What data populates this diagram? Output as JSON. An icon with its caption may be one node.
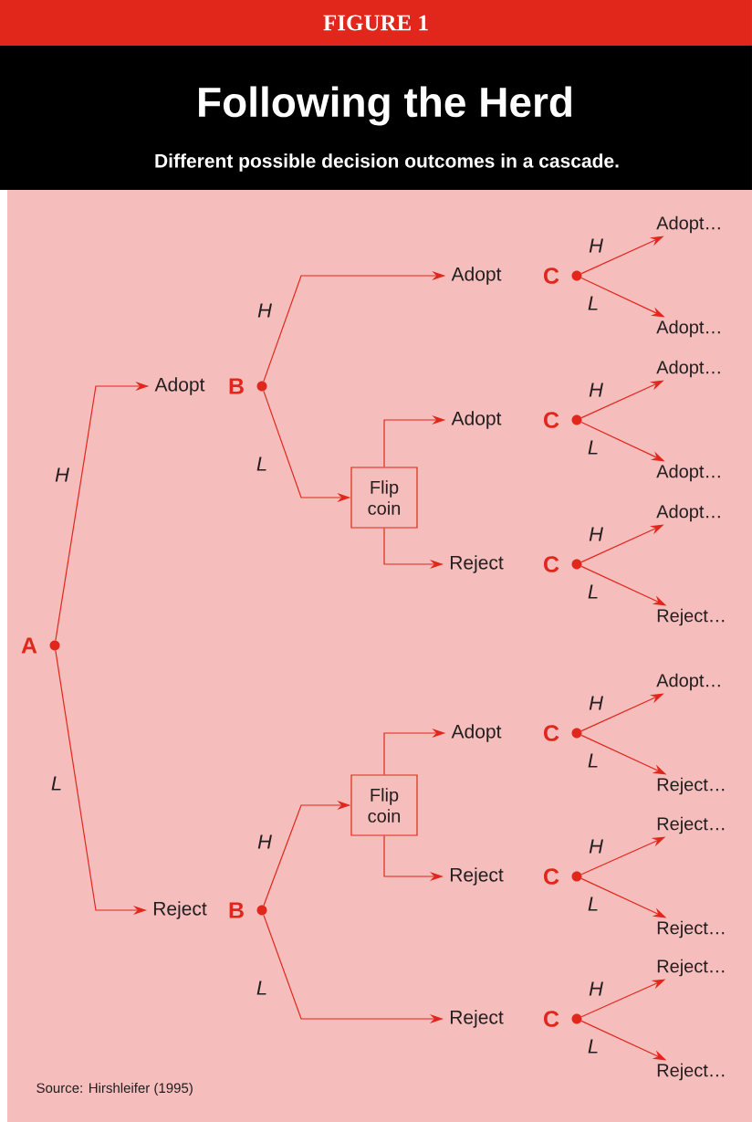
{
  "diagram": {
    "title": "Following the Herd",
    "caption": "Different possible decision outcomes in a cascade.",
    "nodes": [
      {
        "text": [],
        "shape": "circle",
        "beside": [
          "A"
        ]
      },
      {
        "text": [
          "Adopt"
        ]
      },
      {
        "text": [],
        "shape": "circle",
        "beside": [
          "B"
        ]
      },
      {
        "text": [
          "Reject"
        ]
      },
      {
        "text": [],
        "shape": "circle",
        "beside": [
          "B"
        ]
      },
      {
        "text": [
          "Adopt"
        ]
      },
      {
        "text": [
          "Flip coin"
        ]
      },
      {
        "text": [
          "Adopt"
        ]
      },
      {
        "text": [
          "Reject"
        ]
      },
      {
        "text": [
          "Flip coin"
        ]
      },
      {
        "text": [
          "Adopt"
        ]
      },
      {
        "text": [
          "Reject"
        ]
      },
      {
        "text": [
          "Reject"
        ]
      },
      {
        "text": [],
        "shape": "circle",
        "beside": [
          "C"
        ]
      },
      {
        "text": [],
        "shape": "circle",
        "beside": [
          "C"
        ]
      },
      {
        "text": [],
        "shape": "circle",
        "beside": [
          "C"
        ]
      },
      {
        "text": [],
        "shape": "circle",
        "beside": [
          "C"
        ]
      },
      {
        "text": [],
        "shape": "circle",
        "beside": [
          "C"
        ]
      },
      {
        "text": [],
        "shape": "circle",
        "beside": [
          "C"
        ]
      },
      {
        "text": [
          "Adopt…"
        ]
      },
      {
        "text": [
          "Adopt…"
        ]
      },
      {
        "text": [
          "Adopt…"
        ]
      },
      {
        "text": [
          "Adopt…"
        ]
      },
      {
        "text": [
          "Adopt…"
        ]
      },
      {
        "text": [
          "Reject…"
        ]
      },
      {
        "text": [
          "Adopt…"
        ]
      },
      {
        "text": [
          "Reject…"
        ]
      },
      {
        "text": [
          "Reject…"
        ]
      },
      {
        "text": [
          "Reject…"
        ]
      },
      {
        "text": [
          "Reject…"
        ]
      },
      {
        "text": [
          "Reject…"
        ]
      }
    ],
    "edges": [
      {
        "from": 0,
        "to": 1,
        "arrow": "to",
        "label": "H"
      },
      {
        "from": 0,
        "to": 3,
        "arrow": "to",
        "label": "L"
      },
      {
        "from": 2,
        "to": 5,
        "arrow": "to",
        "label": "H"
      },
      {
        "from": 2,
        "to": 6,
        "arrow": "to",
        "label": "L"
      },
      {
        "from": 6,
        "to": 7,
        "arrow": "to"
      },
      {
        "from": 6,
        "to": 8,
        "arrow": "to"
      },
      {
        "from": 4,
        "to": 9,
        "arrow": "to",
        "label": "H"
      },
      {
        "from": 4,
        "to": 12,
        "arrow": "to",
        "label": "L"
      },
      {
        "from": 9,
        "to": 10,
        "arrow": "to"
      },
      {
        "from": 9,
        "to": 11,
        "arrow": "to"
      },
      {
        "from": 13,
        "to": 19,
        "arrow": "to",
        "label": "H"
      },
      {
        "from": 13,
        "to": 20,
        "arrow": "to",
        "label": "L"
      },
      {
        "from": 14,
        "to": 21,
        "arrow": "to",
        "label": "H"
      },
      {
        "from": 14,
        "to": 22,
        "arrow": "to",
        "label": "L"
      },
      {
        "from": 15,
        "to": 23,
        "arrow": "to",
        "label": "H"
      },
      {
        "from": 15,
        "to": 24,
        "arrow": "to",
        "label": "L"
      },
      {
        "from": 16,
        "to": 25,
        "arrow": "to",
        "label": "H"
      },
      {
        "from": 16,
        "to": 26,
        "arrow": "to",
        "label": "L"
      },
      {
        "from": 17,
        "to": 27,
        "arrow": "to",
        "label": "H"
      },
      {
        "from": 17,
        "to": 28,
        "arrow": "to",
        "label": "L"
      },
      {
        "from": 18,
        "to": 29,
        "arrow": "to",
        "label": "H"
      },
      {
        "from": 18,
        "to": 30,
        "arrow": "to",
        "label": "L"
      }
    ],
    "labels": [
      "FIGURE 1",
      "Source: Hirshleifer (1995)"
    ]
  }
}
